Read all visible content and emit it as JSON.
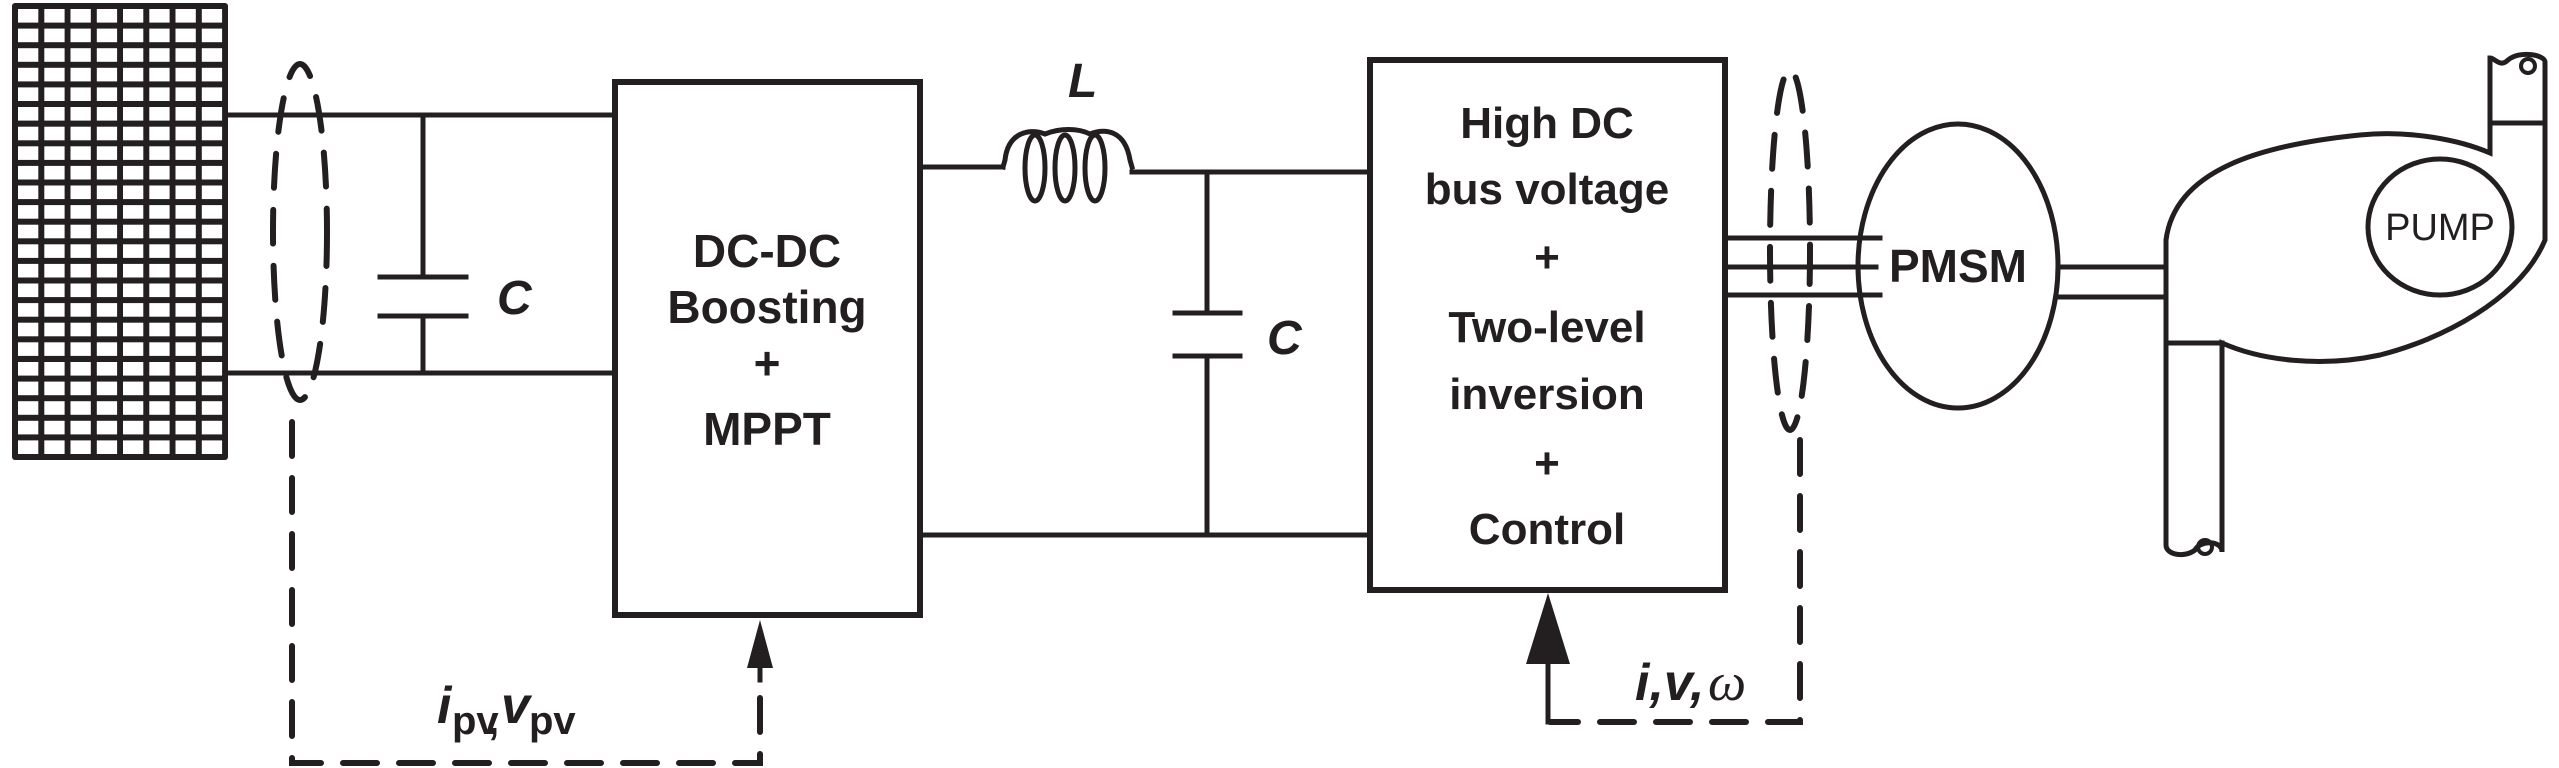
{
  "diagram": {
    "title": "PV-fed PMSM water pumping system",
    "pv_array": {
      "name": "PV array",
      "grid_cols": 8,
      "grid_rows": 23
    },
    "input_capacitor": {
      "label": "C"
    },
    "dcdc_block": {
      "lines": [
        "DC-DC",
        "Boosting",
        "+",
        "MPPT"
      ]
    },
    "inductor": {
      "label": "L"
    },
    "dc_link_capacitor": {
      "label": "C"
    },
    "inverter_block": {
      "lines": [
        "High DC",
        "bus voltage",
        "+",
        "Two-level",
        "inversion",
        "+",
        "Control"
      ]
    },
    "motor": {
      "label": "PMSM"
    },
    "pump": {
      "label": "PUMP"
    },
    "feedback_pv": {
      "var1": "i",
      "sub1": "pv",
      "sep": ",",
      "var2": "v",
      "sub2": "pv"
    },
    "feedback_motor": {
      "label_text": "i,v,",
      "omega": "ω"
    },
    "colors": {
      "line": "#231f20",
      "background": "#ffffff"
    }
  }
}
